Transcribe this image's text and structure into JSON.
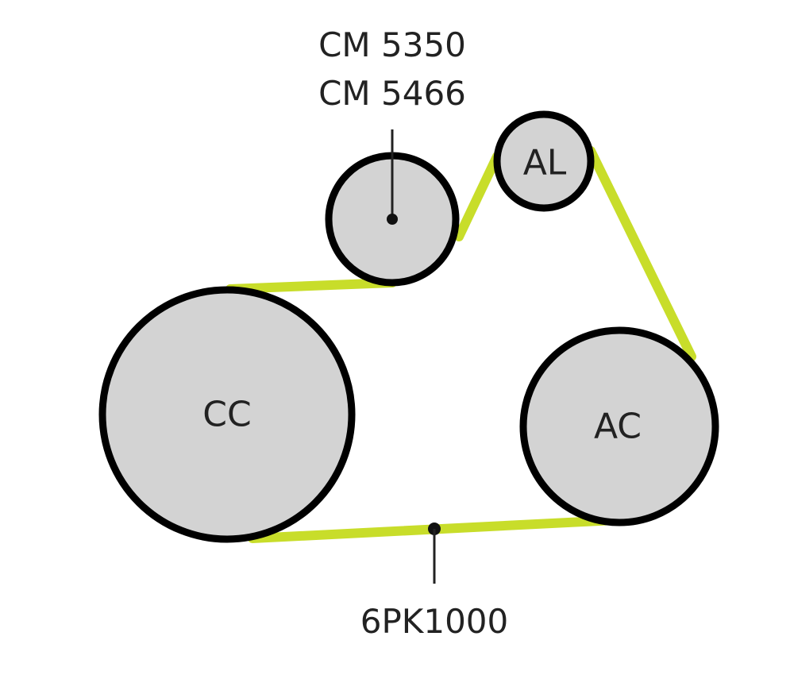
{
  "diagram": {
    "tensioner_part_numbers": [
      "CM 5350",
      "CM 5466"
    ],
    "belt_part_number": "6PK1000",
    "pulleys": {
      "cc": "CC",
      "ac": "AC",
      "al": "AL"
    },
    "colors": {
      "belt": "#c8dd2a",
      "pulley_fill": "#d3d3d3",
      "pulley_outline": "#000000",
      "text": "#222222"
    }
  }
}
